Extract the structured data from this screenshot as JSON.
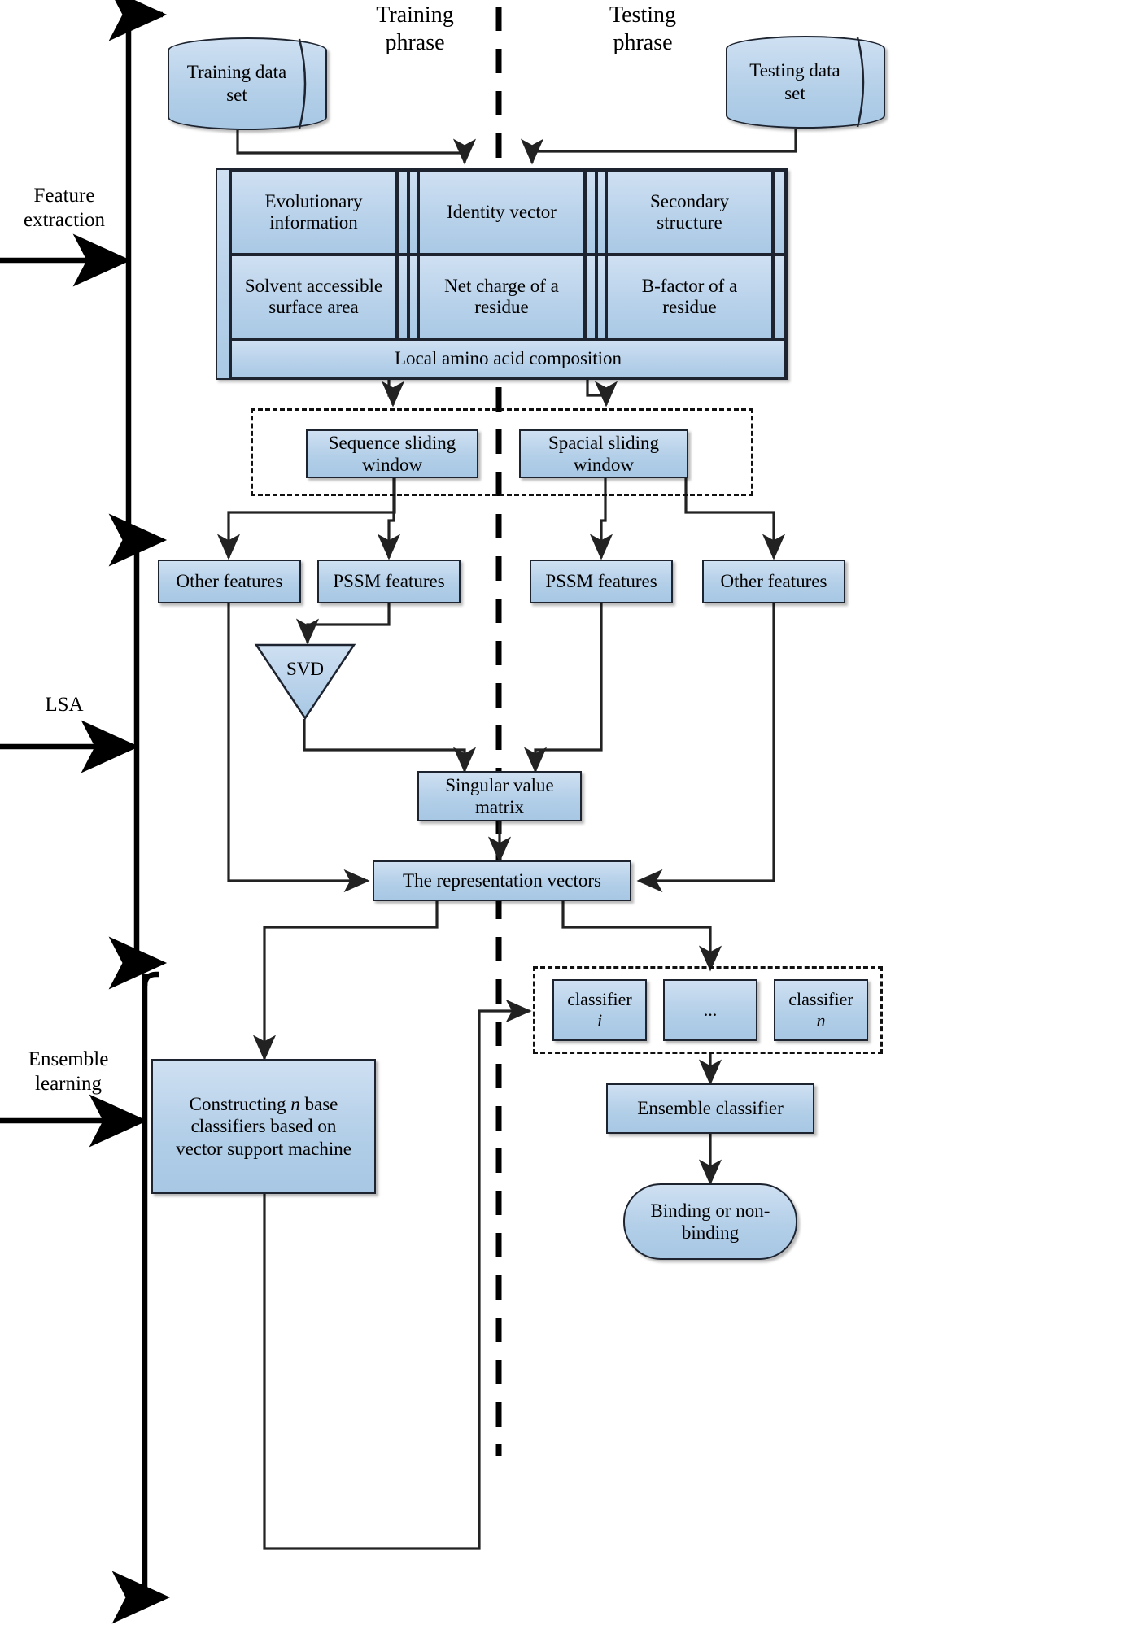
{
  "diagram": {
    "title_left": "Training phrase",
    "title_right": "Testing phrase",
    "phase_labels": {
      "training": "Training\nphrase",
      "training_l1": "Training",
      "training_l2": "phrase",
      "testing_l1": "Testing",
      "testing_l2": "phrase"
    },
    "stage_labels": [
      {
        "id": "feature-extraction",
        "l1": "Feature",
        "l2": "extraction"
      },
      {
        "id": "lsa",
        "l1": "LSA",
        "l2": ""
      },
      {
        "id": "ensemble-learning",
        "l1": "Ensemble",
        "l2": "learning"
      }
    ],
    "datasets": {
      "training": {
        "l1": "Training data",
        "l2": "set"
      },
      "testing": {
        "l1": "Testing data",
        "l2": "set"
      }
    },
    "feature_grid": {
      "row1": [
        "Evolutionary information",
        "Identity vector",
        "Secondary structure"
      ],
      "row1_lines": [
        [
          "Evolutionary",
          "information"
        ],
        [
          "Identity vector",
          ""
        ],
        [
          "Secondary",
          "structure"
        ]
      ],
      "row2": [
        "Solvent accessible surface area",
        "Net charge of a residue",
        "B-factor of a residue"
      ],
      "row2_lines": [
        [
          "Solvent accessible",
          "surface area"
        ],
        [
          "Net charge of a",
          "residue"
        ],
        [
          "B-factor of a",
          "residue"
        ]
      ],
      "row3": "Local amino acid composition"
    },
    "sliding_windows": [
      {
        "id": "sequence-sliding-window",
        "l1": "Sequence sliding",
        "l2": "window"
      },
      {
        "id": "spacial-sliding-window",
        "l1": "Spacial sliding",
        "l2": "window"
      }
    ],
    "feature_boxes": [
      {
        "id": "other-features-train",
        "label": "Other features"
      },
      {
        "id": "pssm-features-train",
        "label": "PSSM features"
      },
      {
        "id": "pssm-features-test",
        "label": "PSSM features"
      },
      {
        "id": "other-features-test",
        "label": "Other features"
      }
    ],
    "svd": {
      "label": "SVD"
    },
    "singular_value_matrix": {
      "l1": "Singular value",
      "l2": "matrix"
    },
    "representation_vectors": {
      "label": "The representation vectors"
    },
    "classifiers": [
      {
        "id": "classifier-i",
        "l1": "classifier",
        "l2": "i",
        "italic": true
      },
      {
        "id": "classifier-ellipsis",
        "l1": "...",
        "l2": "",
        "italic": false
      },
      {
        "id": "classifier-n",
        "l1": "classifier",
        "l2": "n",
        "italic": true
      }
    ],
    "ensemble_classifier": {
      "label": "Ensemble classifier"
    },
    "constructing_box": {
      "l1_a": "Constructing ",
      "l1_i": "n",
      "l1_b": " base",
      "l2": "classifiers based on",
      "l3": "vector support machine"
    },
    "output": {
      "l1": "Binding or non-",
      "l2": "binding"
    },
    "colors": {
      "node_fill_top": "#cfe0f2",
      "node_fill_bottom": "#a7c7e4",
      "stroke": "#1d2430",
      "background": "#ffffff",
      "connector": "#222222"
    }
  }
}
